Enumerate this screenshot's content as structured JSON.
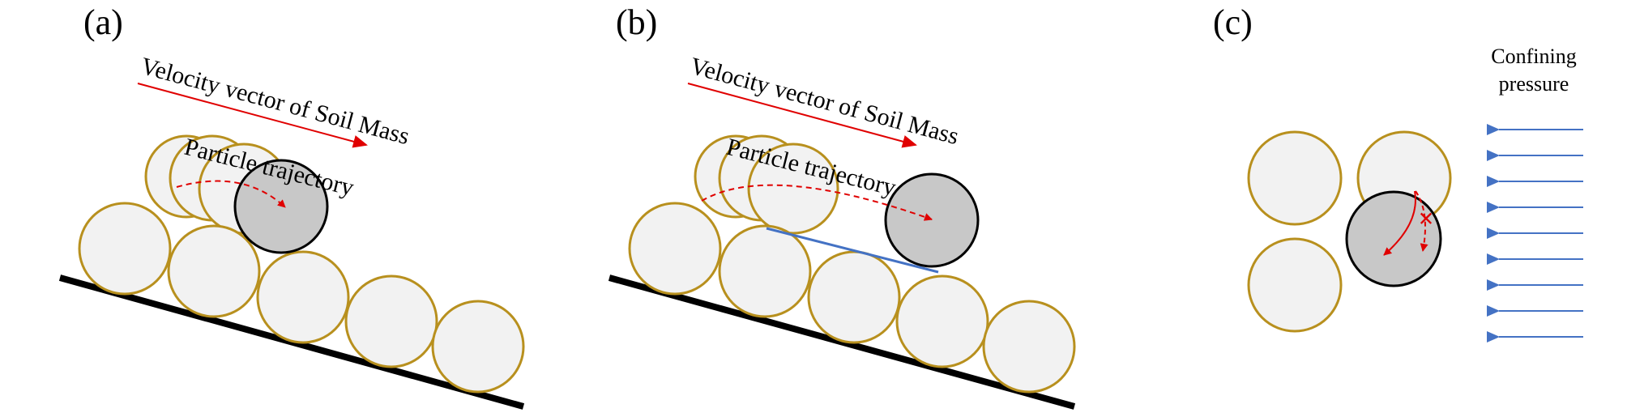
{
  "figure": {
    "panels": [
      {
        "label": "(a)",
        "velocity_label": "Velocity vector of Soil Mass",
        "trajectory_label": "Particle trajectory"
      },
      {
        "label": "(b)",
        "velocity_label": "Velocity vector of Soil Mass",
        "trajectory_label": "Particle trajectory"
      },
      {
        "label": "(c)",
        "confining_label_line1": "Confining",
        "confining_label_line2": "pressure",
        "blocked_marker": "×"
      }
    ],
    "colors": {
      "particle_fill": "#f2f2f2",
      "particle_outline": "#b8901e",
      "moving_particle_fill": "#c8c8c8",
      "moving_particle_outline": "#000000",
      "velocity_arrow": "#e00000",
      "trajectory": "#e00000",
      "base_slope": "#000000",
      "contact_line": "#4472c4",
      "confining_arrows": "#4472c4"
    }
  }
}
